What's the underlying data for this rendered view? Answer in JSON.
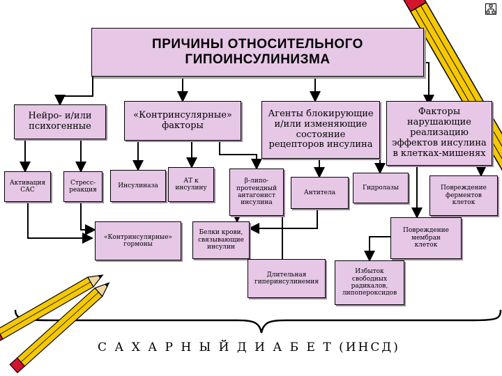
{
  "title": "ПРИЧИНЫ  ОТНОСИТЕЛЬНОГО\nГИПОИНСУЛИНИЗМА",
  "categories": {
    "neuro": "Нейро- и/или\nпсихогенные",
    "contra": "«Контринсулярные»\nфакторы",
    "agents": "Агенты блокирующие\nи/или изменяющие\nсостояние\nрецепторов инсулина",
    "factors": "Факторы\nнарушающие\nреализацию\nэффектов инсулина\nв клетках-мишенях"
  },
  "causes": {
    "activation": "Активация\nСАС",
    "stress": "Стресс-\nреакция",
    "insulinase": "Инсулиназа",
    "at": "АТ к\nинсулину",
    "beta": "β-липо-\nпротеидный\nантагонист\nинсулина",
    "antibodies": "Антитела",
    "hydrolases": "Гидролазы",
    "enzymes": "Повреждение\nферментов\nклеток",
    "contra_hormones": "«Контринсулярные»\nгормоны",
    "proteins": "Белки крови,\nсвязывающие\nинсулин",
    "membranes": "Повреждение\nмембран\nклеток",
    "hyperinsulinemia": "Длительная\nгиперинсулинемия",
    "radicals": "Избыток\nсвободных\nрадикалов,\nлипопероксидов"
  },
  "result": "С А Х А Р Н Ы Й   Д И А Б Е Т (ИНСД)",
  "colors": {
    "box_fill": "#e6c7e6",
    "line": "#000000",
    "pencil_yellow": "#f5c800",
    "pencil_tip": "#d2142d"
  },
  "icons": [
    "network-icon",
    "pencil-icon"
  ]
}
